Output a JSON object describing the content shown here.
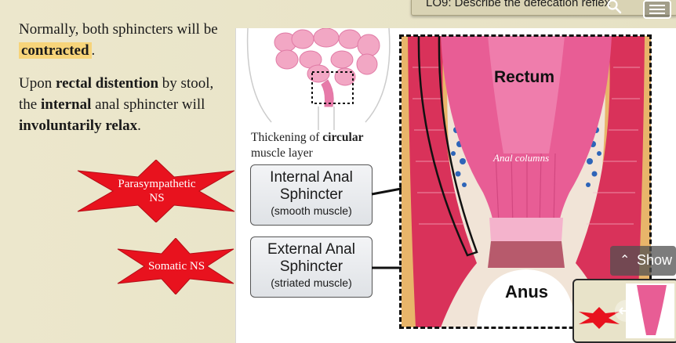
{
  "title": "LO9: Describe the defecation reflex",
  "paragraph1": {
    "pre": "Normally, both sphincters will be ",
    "highlight": "contracted",
    "post": "."
  },
  "paragraph2": {
    "t1": "Upon ",
    "b1": "rectal distention",
    "t2": " by stool, the ",
    "b2": "internal",
    "t3": " anal sphincter will ",
    "b3": "involuntarily relax",
    "t4": "."
  },
  "stars": {
    "parasympathetic_line1": "Parasympathetic",
    "parasympathetic_line2": "NS",
    "somatic": "Somatic NS",
    "color": "#e8121e"
  },
  "figure": {
    "caption_pre": "Thickening of ",
    "caption_bold": "circular",
    "caption_post": " muscle layer",
    "internal_box": {
      "line1": "Internal Anal",
      "line2": "Sphincter",
      "line3": "(smooth muscle)"
    },
    "external_box": {
      "line1": "External Anal",
      "line2": "Sphincter",
      "line3": "(striated muscle)"
    },
    "rectum_label": "Rectum",
    "anal_columns_label": "Anal columns",
    "anus_label": "Anus"
  },
  "controls": {
    "show_label": "Show",
    "chevron_icon": "chevron-up-icon",
    "search_icon": "search-icon",
    "menu_icon": "menu-icon"
  }
}
